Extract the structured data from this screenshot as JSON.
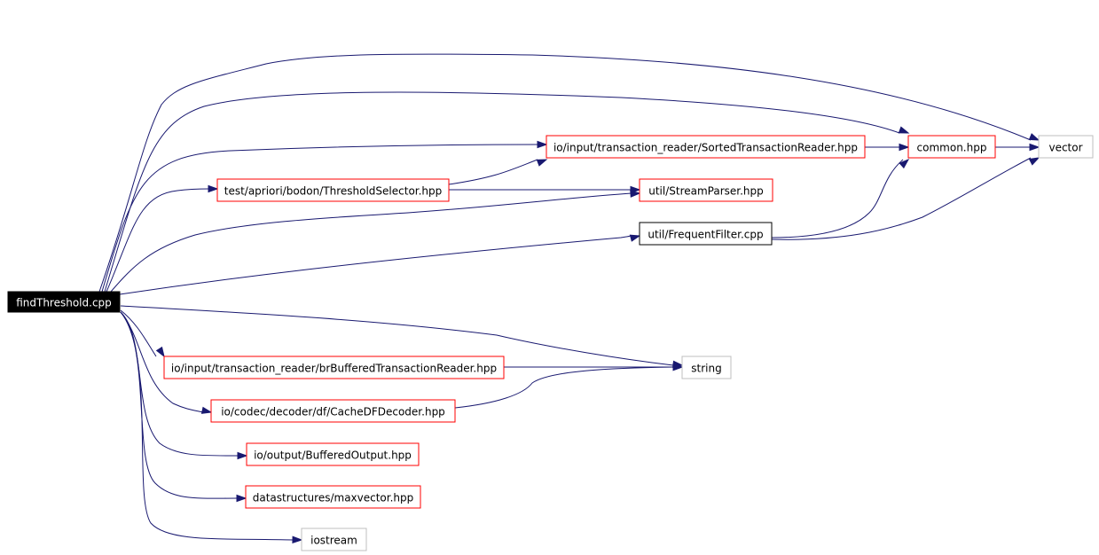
{
  "nodes": [
    {
      "id": "findThreshold",
      "label": "findThreshold.cpp",
      "style": "root"
    },
    {
      "id": "sorted",
      "label": "io/input/transaction_reader/SortedTransactionReader.hpp",
      "style": "red"
    },
    {
      "id": "common",
      "label": "common.hpp",
      "style": "red"
    },
    {
      "id": "vector",
      "label": "vector",
      "style": "gray"
    },
    {
      "id": "threshold",
      "label": "test/apriori/bodon/ThresholdSelector.hpp",
      "style": "red"
    },
    {
      "id": "streamparser",
      "label": "util/StreamParser.hpp",
      "style": "red"
    },
    {
      "id": "frequentfilter",
      "label": "util/FrequentFilter.cpp",
      "style": "black"
    },
    {
      "id": "brbuffered",
      "label": "io/input/transaction_reader/brBufferedTransactionReader.hpp",
      "style": "red"
    },
    {
      "id": "string",
      "label": "string",
      "style": "gray"
    },
    {
      "id": "cachedf",
      "label": "io/codec/decoder/df/CacheDFDecoder.hpp",
      "style": "red"
    },
    {
      "id": "bufferedoutput",
      "label": "io/output/BufferedOutput.hpp",
      "style": "red"
    },
    {
      "id": "maxvector",
      "label": "datastructures/maxvector.hpp",
      "style": "red"
    },
    {
      "id": "iostream",
      "label": "iostream",
      "style": "gray"
    }
  ],
  "edges": [
    {
      "from": "findThreshold",
      "to": "sorted"
    },
    {
      "from": "findThreshold",
      "to": "common"
    },
    {
      "from": "findThreshold",
      "to": "vector"
    },
    {
      "from": "findThreshold",
      "to": "threshold"
    },
    {
      "from": "findThreshold",
      "to": "streamparser"
    },
    {
      "from": "findThreshold",
      "to": "frequentfilter"
    },
    {
      "from": "findThreshold",
      "to": "string"
    },
    {
      "from": "findThreshold",
      "to": "brbuffered"
    },
    {
      "from": "findThreshold",
      "to": "cachedf"
    },
    {
      "from": "findThreshold",
      "to": "bufferedoutput"
    },
    {
      "from": "findThreshold",
      "to": "maxvector"
    },
    {
      "from": "findThreshold",
      "to": "iostream"
    },
    {
      "from": "sorted",
      "to": "common"
    },
    {
      "from": "common",
      "to": "vector"
    },
    {
      "from": "threshold",
      "to": "sorted"
    },
    {
      "from": "threshold",
      "to": "streamparser"
    },
    {
      "from": "frequentfilter",
      "to": "common"
    },
    {
      "from": "frequentfilter",
      "to": "vector"
    },
    {
      "from": "brbuffered",
      "to": "string"
    },
    {
      "from": "cachedf",
      "to": "string"
    }
  ],
  "colors": {
    "edge": "#191970",
    "red_border": "#ff0000",
    "gray_border": "#bfbfbf",
    "black_border": "#000000",
    "root_fill": "#000000",
    "root_text": "#ffffff",
    "text": "#000000"
  }
}
